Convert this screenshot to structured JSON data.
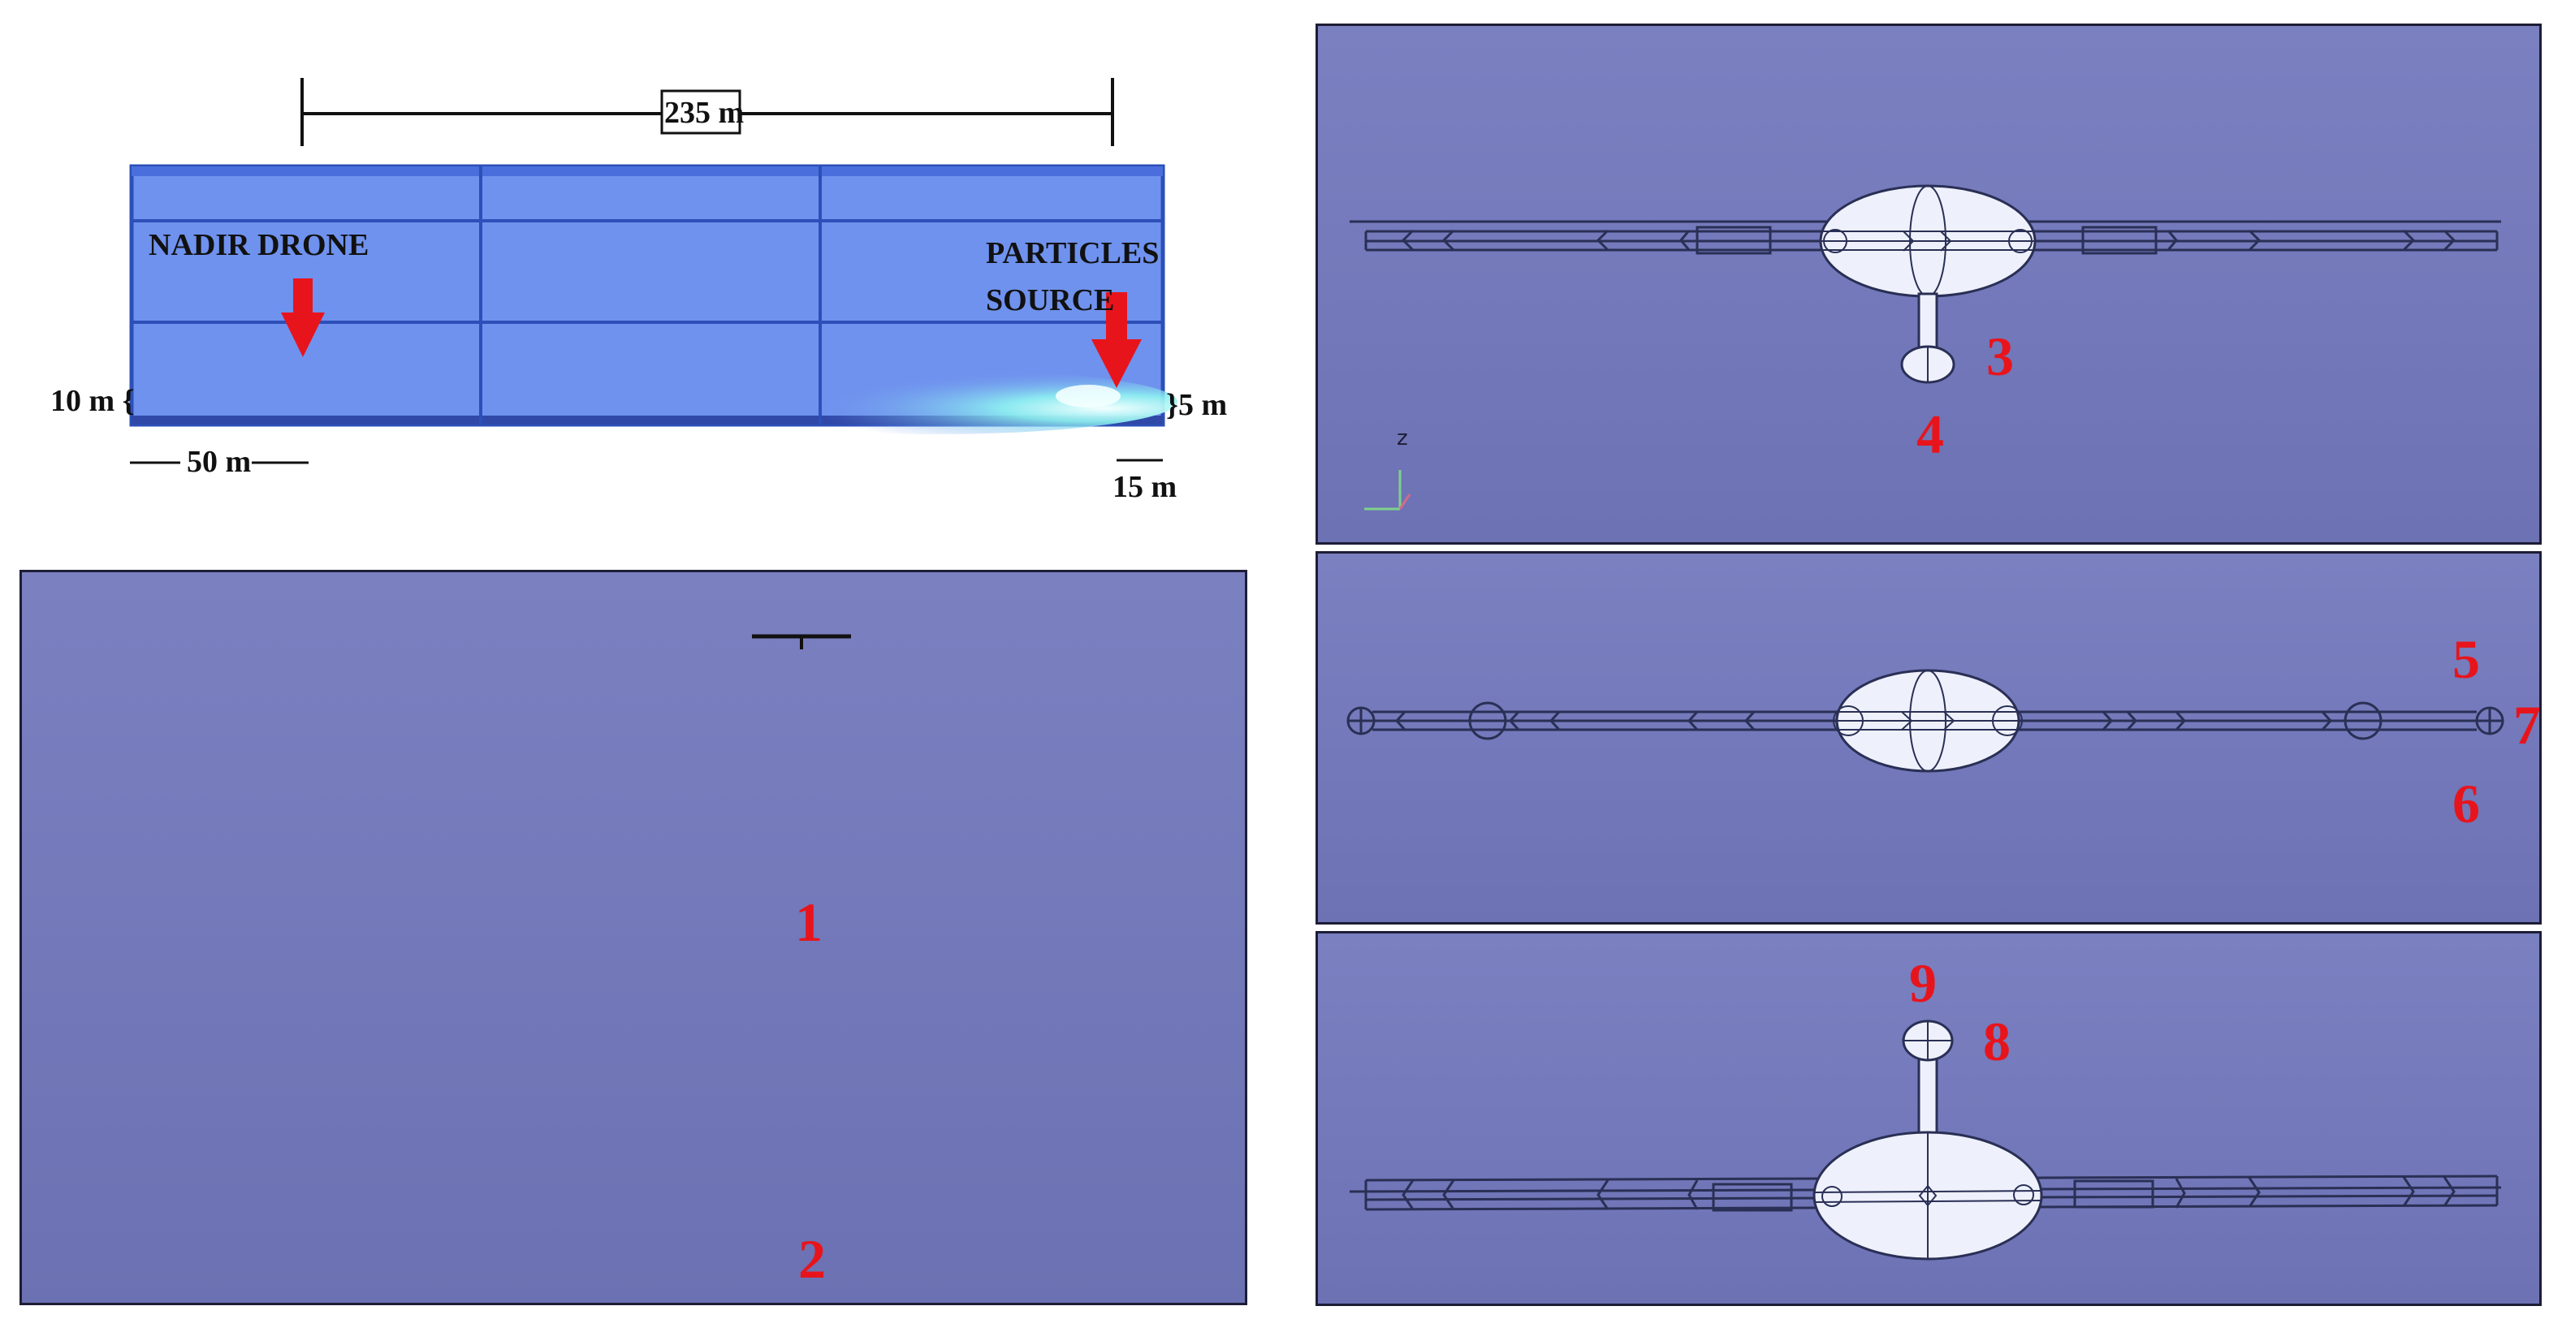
{
  "schematic": {
    "length_label": "235 m",
    "left_height_label": "10 m {",
    "right_height_label": "}5 m",
    "drone_offset_label": "50 m",
    "source_offset_label": "15 m",
    "drone_label": "NADIR DRONE",
    "source_label_line1": "PARTICLES",
    "source_label_line2": "SOURCE",
    "tunnel_color": "#6f92ee",
    "arrow_color": "#e8141c"
  },
  "views": {
    "far_view": {
      "label_top": "1",
      "label_bottom": "2"
    },
    "front_view": {
      "label_3": "3",
      "label_4": "4",
      "axis_z": "z"
    },
    "top_view": {
      "label_5": "5",
      "label_6": "6",
      "label_7": "7"
    },
    "rear_view": {
      "label_8": "8",
      "label_9": "9"
    },
    "background_color": "#7478b8",
    "label_color": "#e8141c"
  }
}
